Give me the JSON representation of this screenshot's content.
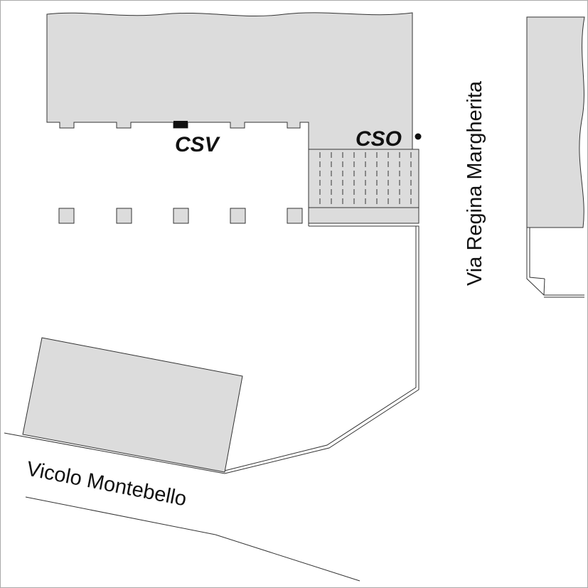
{
  "streets": {
    "via_regina_margherita": "Via Regina Margherita",
    "vicolo_montebello": "Vicolo Montebello"
  },
  "stations": {
    "csv": "CSV",
    "cso": "CSO"
  },
  "colors": {
    "building_fill": "#dcdcdc",
    "outline": "#333333",
    "background": "#ffffff",
    "marker": "#111111"
  }
}
